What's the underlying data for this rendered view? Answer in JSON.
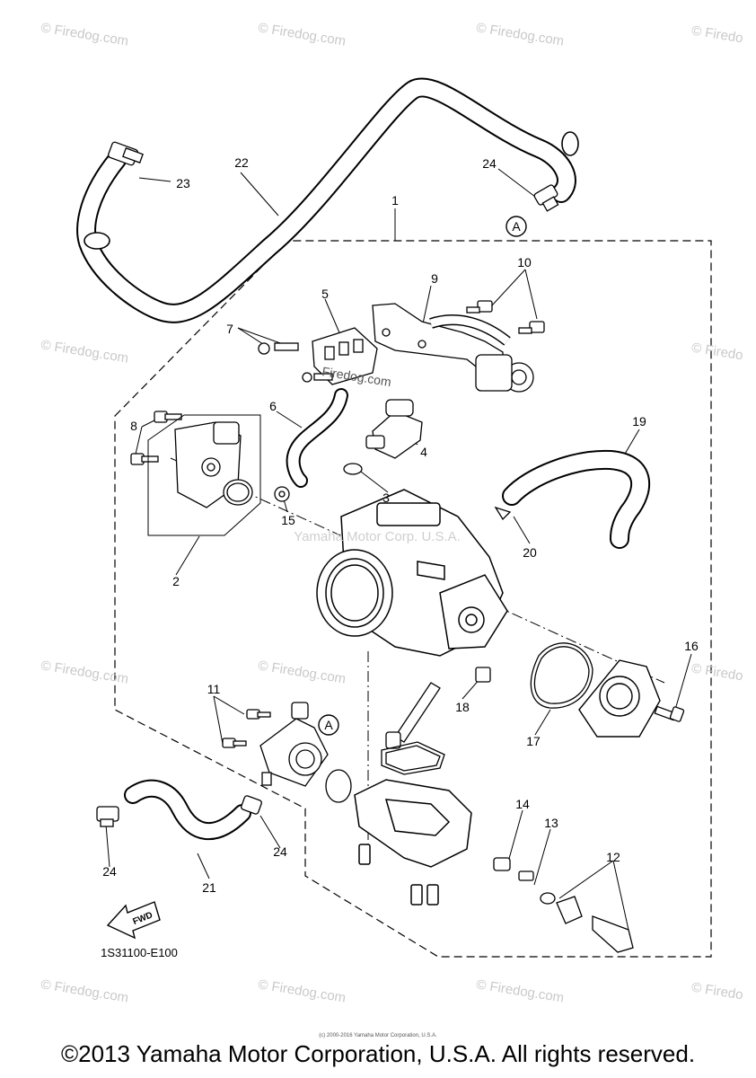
{
  "watermark": "© Firedog.com",
  "watermark_partial": "© Firedo",
  "center_watermark": "Yamaha Motor Corp. U.S.A.",
  "inline_watermark": "Firedog.com",
  "callouts": {
    "c1": "1",
    "c2": "2",
    "c3": "3",
    "c4": "4",
    "c5": "5",
    "c6": "6",
    "c7": "7",
    "c8": "8",
    "c9": "9",
    "c10": "10",
    "c11": "11",
    "c12": "12",
    "c13": "13",
    "c14": "14",
    "c15": "15",
    "c16": "16",
    "c17": "17",
    "c18": "18",
    "c19": "19",
    "c20": "20",
    "c21": "21",
    "c22": "22",
    "c23": "23",
    "c24a": "24",
    "c24b": "24",
    "c24c": "24"
  },
  "ref_marker": "A",
  "fwd_label": "FWD",
  "diagram_code": "1S31100-E100",
  "fine_print": "(c) 2000-2016 Yamaha Motor Corporation, U.S.A.",
  "copyright": "©2013 Yamaha Motor Corporation, U.S.A. All rights reserved."
}
